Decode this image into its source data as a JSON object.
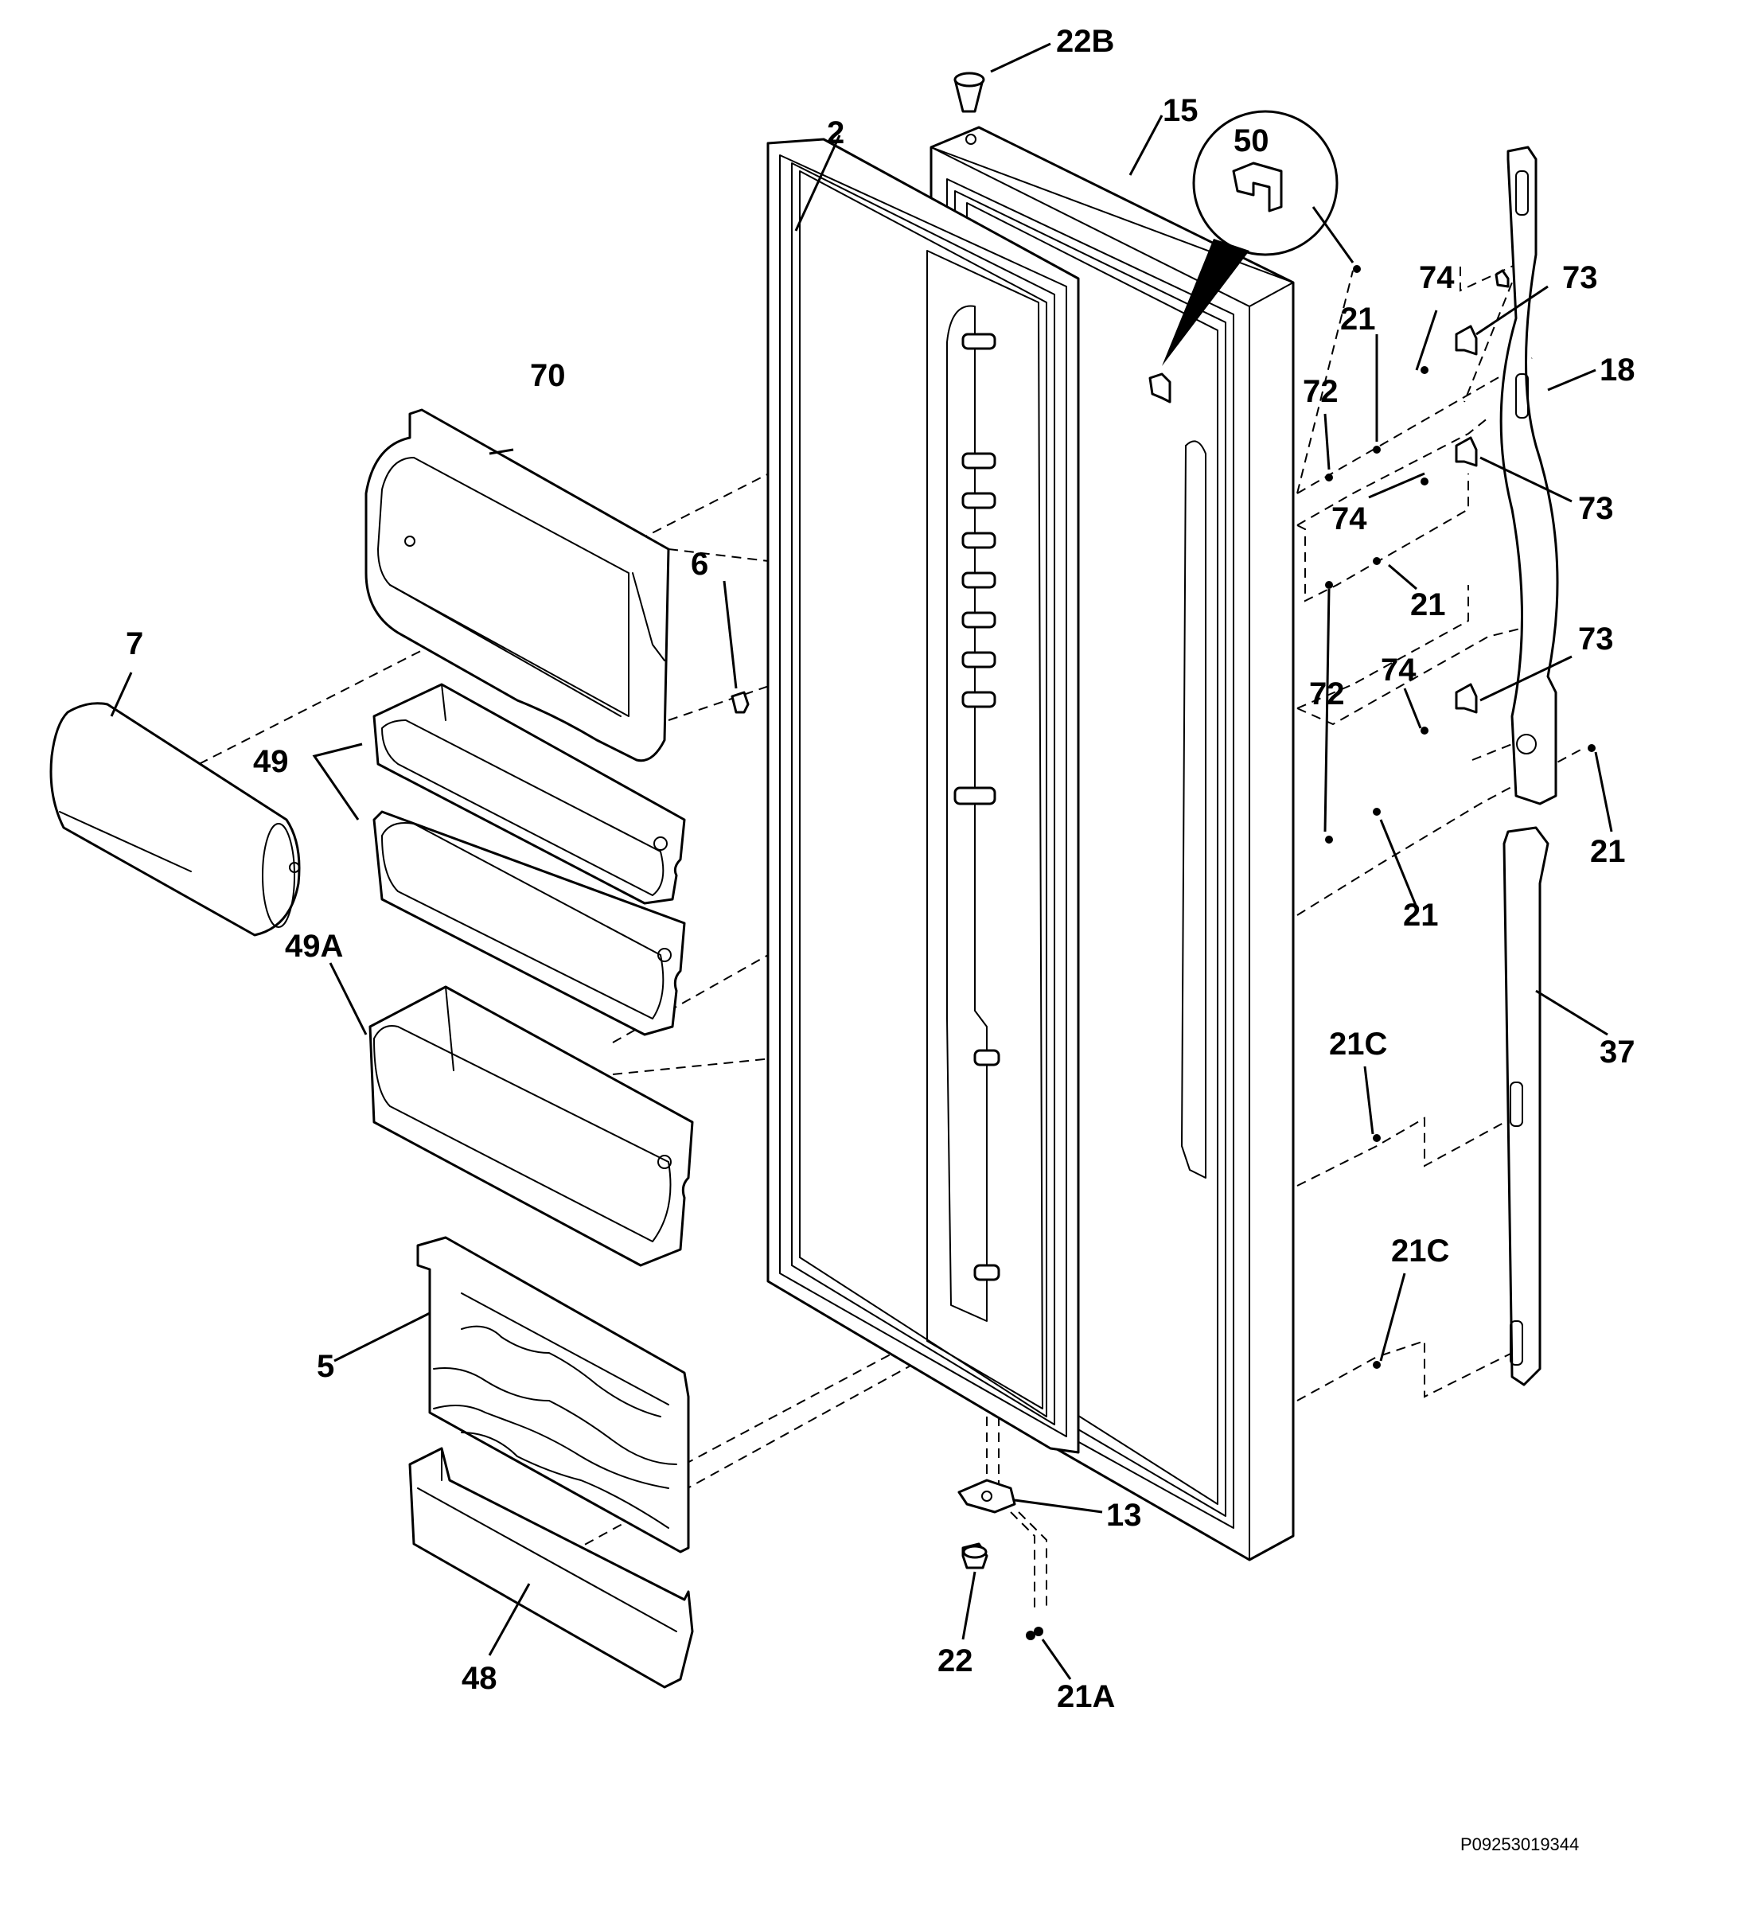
{
  "diagram": {
    "reference_code": "P09253019344",
    "labels": {
      "l_22B": "22B",
      "l_2": "2",
      "l_15": "15",
      "l_50": "50",
      "l_74a": "74",
      "l_73a": "73",
      "l_18": "18",
      "l_21a": "21",
      "l_72a": "72",
      "l_70": "70",
      "l_6": "6",
      "l_7": "7",
      "l_49": "49",
      "l_74b": "74",
      "l_73b": "73",
      "l_21b": "21",
      "l_72b": "72",
      "l_74c": "74",
      "l_73c": "73",
      "l_21c": "21",
      "l_21d": "21",
      "l_49A": "49A",
      "l_37": "37",
      "l_21Ca": "21C",
      "l_21Cb": "21C",
      "l_5": "5",
      "l_13": "13",
      "l_22": "22",
      "l_48": "48",
      "l_21A": "21A"
    }
  }
}
